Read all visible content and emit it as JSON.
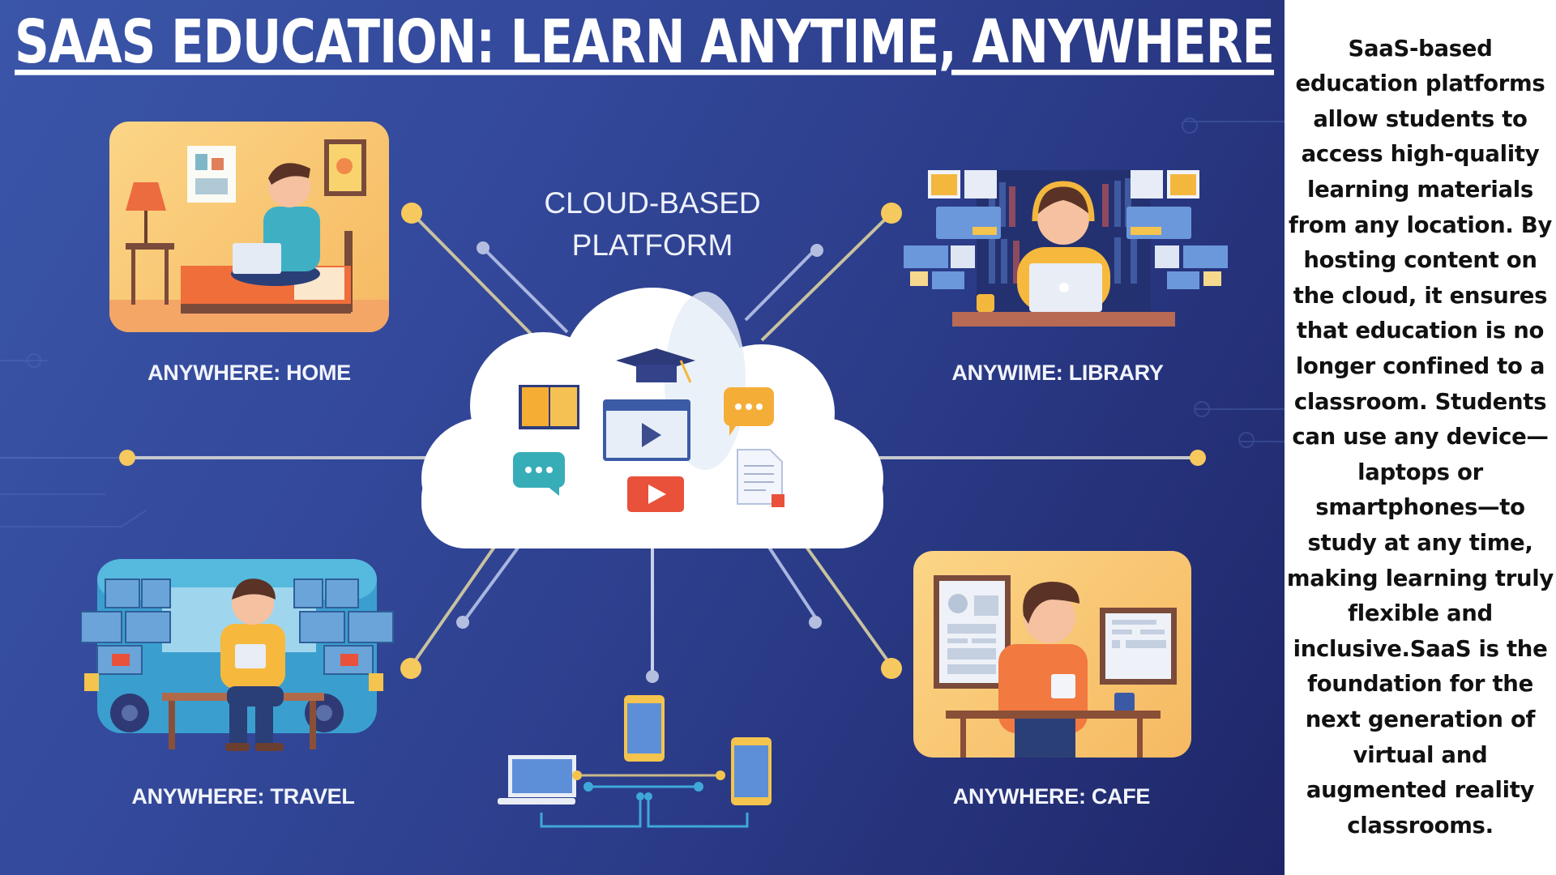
{
  "title": "SAAS EDUCATION: LEARN ANYTIME, ANYWHERE",
  "center": {
    "heading_line1": "CLOUD-BASED",
    "heading_line2": "PLATFORM",
    "cloud_icons": [
      "book-icon",
      "graduation-cap-icon",
      "video-player-icon",
      "chat-bubble-orange-icon",
      "chat-bubble-teal-icon",
      "play-button-icon",
      "document-icon"
    ]
  },
  "scenes": [
    {
      "id": "home",
      "label": "ANYWHERE: HOME"
    },
    {
      "id": "library",
      "label": "ANYWIME: LIBRARY"
    },
    {
      "id": "travel",
      "label": "ANYWHERE: TRAVEL"
    },
    {
      "id": "cafe",
      "label": "ANYWHERE: CAFE"
    }
  ],
  "devices": [
    "laptop-icon",
    "smartphone-icon",
    "tablet-icon"
  ],
  "description": "SaaS-based education platforms allow students to access high-quality learning materials from any location. By hosting content on the cloud, it ensures that education is no longer confined to a classroom. Students can use any device—laptops or smartphones—to study at any time, making learning truly flexible and inclusive.SaaS is the foundation for the next generation of virtual and augmented reality classrooms.",
  "colors": {
    "background_start": "#3a56a8",
    "background_end": "#1f2668",
    "accent_yellow": "#f6c95e",
    "node_lavender": "#b4bfe0",
    "card_orange": "#f9b84f",
    "text_white": "#ffffff",
    "text_black": "#111111"
  }
}
